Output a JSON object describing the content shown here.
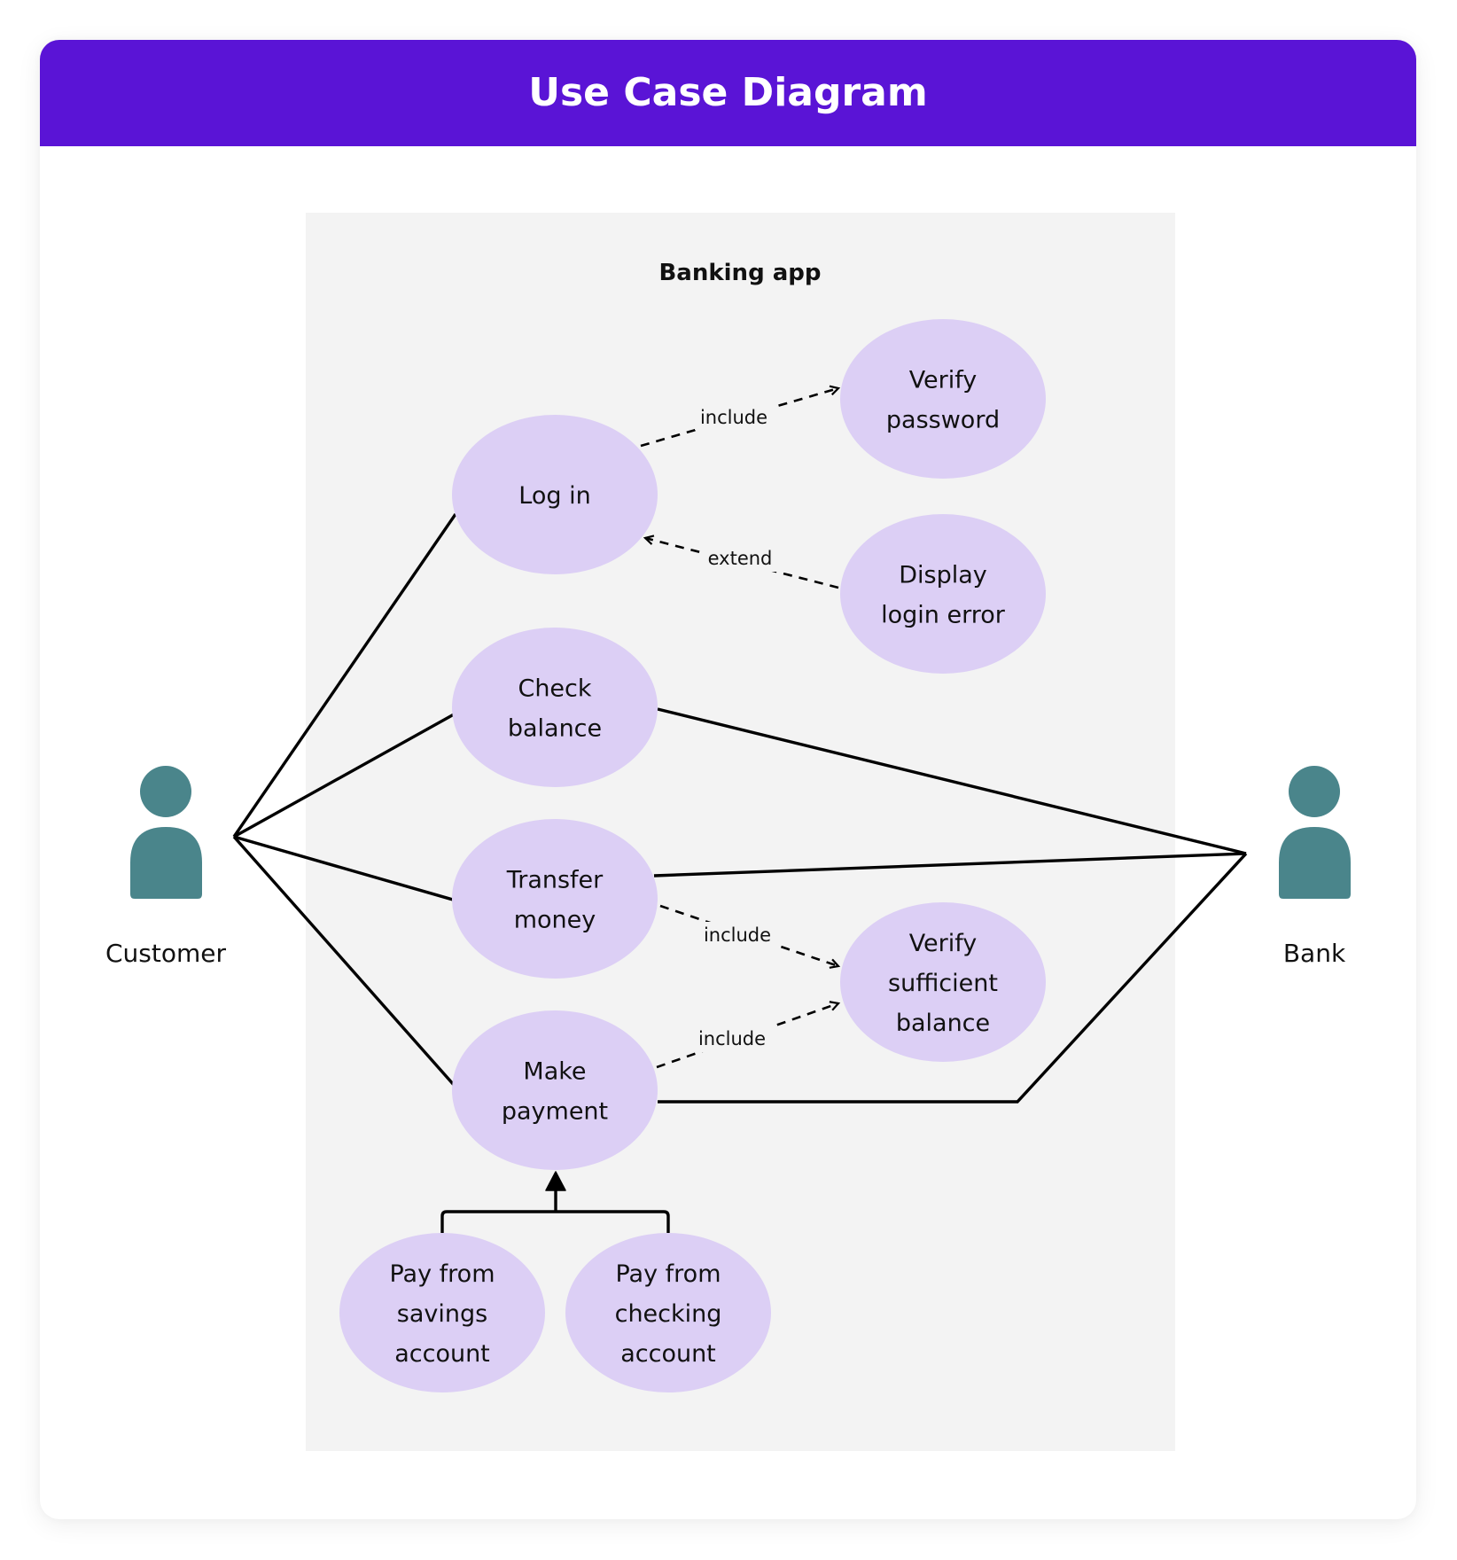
{
  "header": {
    "title": "Use Case Diagram"
  },
  "colors": {
    "header": "#5A14D6",
    "system_box": "#F3F3F3",
    "use_case_fill": "#DCCFF5",
    "actor_fill": "#4A858B",
    "line": "#000000"
  },
  "system": {
    "title": "Banking app"
  },
  "actors": {
    "customer": {
      "label": "Customer",
      "icon": "person-icon"
    },
    "bank": {
      "label": "Bank",
      "icon": "person-icon"
    }
  },
  "use_cases": {
    "log_in": {
      "lines": [
        "Log in"
      ]
    },
    "verify_password": {
      "lines": [
        "Verify",
        "password"
      ]
    },
    "display_login_error": {
      "lines": [
        "Display",
        "login error"
      ]
    },
    "check_balance": {
      "lines": [
        "Check",
        "balance"
      ]
    },
    "transfer_money": {
      "lines": [
        "Transfer",
        "money"
      ]
    },
    "verify_sufficient_balance": {
      "lines": [
        "Verify",
        "sufficient",
        "balance"
      ]
    },
    "make_payment": {
      "lines": [
        "Make",
        "payment"
      ]
    },
    "pay_from_savings": {
      "lines": [
        "Pay from",
        "savings",
        "account"
      ]
    },
    "pay_from_checking": {
      "lines": [
        "Pay from",
        "checking",
        "account"
      ]
    }
  },
  "associations": [
    {
      "actor": "customer",
      "use_case": "log_in"
    },
    {
      "actor": "customer",
      "use_case": "check_balance"
    },
    {
      "actor": "customer",
      "use_case": "transfer_money"
    },
    {
      "actor": "customer",
      "use_case": "make_payment"
    },
    {
      "actor": "bank",
      "use_case": "check_balance"
    },
    {
      "actor": "bank",
      "use_case": "transfer_money"
    },
    {
      "actor": "bank",
      "use_case": "make_payment"
    }
  ],
  "relationships": {
    "login_include": {
      "type": "include",
      "label": "include",
      "from": "log_in",
      "to": "verify_password"
    },
    "login_extend": {
      "type": "extend",
      "label": "extend",
      "from": "display_login_error",
      "to": "log_in"
    },
    "transfer_include": {
      "type": "include",
      "label": "include",
      "from": "transfer_money",
      "to": "verify_sufficient_balance"
    },
    "payment_include": {
      "type": "include",
      "label": "include",
      "from": "make_payment",
      "to": "verify_sufficient_balance"
    }
  },
  "generalization": {
    "parent": "make_payment",
    "children": [
      "pay_from_savings",
      "pay_from_checking"
    ]
  }
}
